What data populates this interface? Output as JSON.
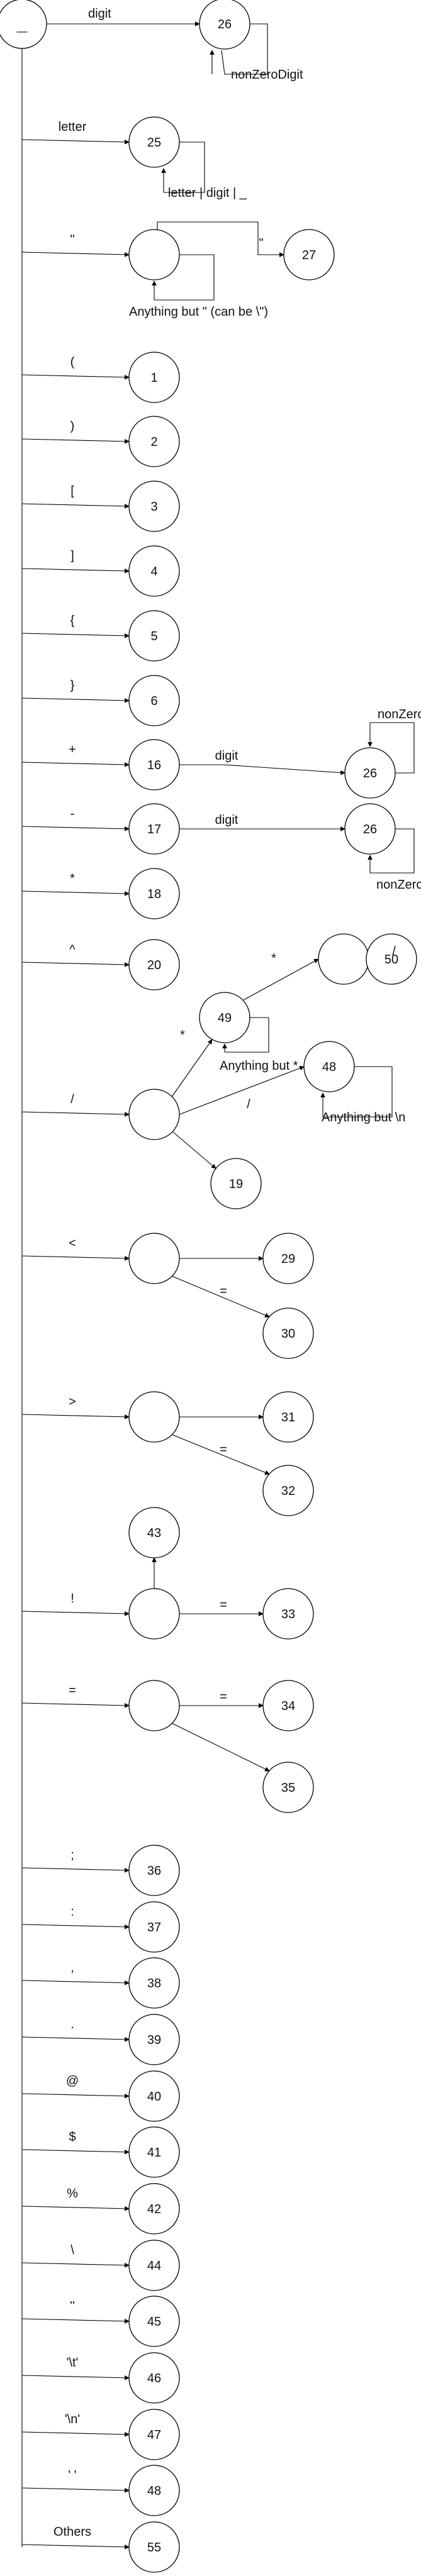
{
  "start_state": {
    "label": "_"
  },
  "states": [
    {
      "id": "s26a",
      "label": "26"
    },
    {
      "id": "s25",
      "label": "25"
    },
    {
      "id": "sq",
      "label": ""
    },
    {
      "id": "s27",
      "label": "27"
    },
    {
      "id": "s1",
      "label": "1"
    },
    {
      "id": "s2",
      "label": "2"
    },
    {
      "id": "s3",
      "label": "3"
    },
    {
      "id": "s4",
      "label": "4"
    },
    {
      "id": "s5",
      "label": "5"
    },
    {
      "id": "s6",
      "label": "6"
    },
    {
      "id": "s16",
      "label": "16"
    },
    {
      "id": "s26b",
      "label": "26"
    },
    {
      "id": "s17",
      "label": "17"
    },
    {
      "id": "s26c",
      "label": "26"
    },
    {
      "id": "s18",
      "label": "18"
    },
    {
      "id": "s20",
      "label": "20"
    },
    {
      "id": "sslash",
      "label": ""
    },
    {
      "id": "s49",
      "label": "49"
    },
    {
      "id": "sstar",
      "label": ""
    },
    {
      "id": "s50",
      "label": "50"
    },
    {
      "id": "s48a",
      "label": "48"
    },
    {
      "id": "s19",
      "label": "19"
    },
    {
      "id": "slt",
      "label": ""
    },
    {
      "id": "s29",
      "label": "29"
    },
    {
      "id": "s30",
      "label": "30"
    },
    {
      "id": "sgt",
      "label": ""
    },
    {
      "id": "s31",
      "label": "31"
    },
    {
      "id": "s32",
      "label": "32"
    },
    {
      "id": "s43",
      "label": "43"
    },
    {
      "id": "sbang",
      "label": ""
    },
    {
      "id": "s33",
      "label": "33"
    },
    {
      "id": "seq",
      "label": ""
    },
    {
      "id": "s34",
      "label": "34"
    },
    {
      "id": "s35",
      "label": "35"
    },
    {
      "id": "s36",
      "label": "36"
    },
    {
      "id": "s37",
      "label": "37"
    },
    {
      "id": "s38",
      "label": "38"
    },
    {
      "id": "s39",
      "label": "39"
    },
    {
      "id": "s40",
      "label": "40"
    },
    {
      "id": "s41",
      "label": "41"
    },
    {
      "id": "s42",
      "label": "42"
    },
    {
      "id": "s44",
      "label": "44"
    },
    {
      "id": "s45",
      "label": "45"
    },
    {
      "id": "s46",
      "label": "46"
    },
    {
      "id": "s47",
      "label": "47"
    },
    {
      "id": "s48b",
      "label": "48"
    },
    {
      "id": "s55",
      "label": "55"
    }
  ],
  "transitions": [
    {
      "id": "e-digit",
      "label": "digit"
    },
    {
      "id": "e-letter",
      "label": "letter"
    },
    {
      "id": "e-quote",
      "label": "\""
    },
    {
      "id": "e-lparen",
      "label": "("
    },
    {
      "id": "e-rparen",
      "label": ")"
    },
    {
      "id": "e-lbrack",
      "label": "["
    },
    {
      "id": "e-rbrack",
      "label": "]"
    },
    {
      "id": "e-lbrace",
      "label": "{"
    },
    {
      "id": "e-rbrace",
      "label": "}"
    },
    {
      "id": "e-plus",
      "label": "+"
    },
    {
      "id": "e-minus",
      "label": "-"
    },
    {
      "id": "e-star",
      "label": "*"
    },
    {
      "id": "e-caret",
      "label": "^"
    },
    {
      "id": "e-slash",
      "label": "/"
    },
    {
      "id": "e-lt",
      "label": "<"
    },
    {
      "id": "e-gt",
      "label": ">"
    },
    {
      "id": "e-bang",
      "label": "!"
    },
    {
      "id": "e-eq",
      "label": "="
    },
    {
      "id": "e-semicolon",
      "label": ";"
    },
    {
      "id": "e-colon",
      "label": ":"
    },
    {
      "id": "e-comma",
      "label": ","
    },
    {
      "id": "e-dot",
      "label": "."
    },
    {
      "id": "e-at",
      "label": "@"
    },
    {
      "id": "e-dollar",
      "label": "$"
    },
    {
      "id": "e-percent",
      "label": "%"
    },
    {
      "id": "e-backslash",
      "label": "\\"
    },
    {
      "id": "e-apos",
      "label": "''"
    },
    {
      "id": "e-tab",
      "label": "'\\t'"
    },
    {
      "id": "e-newline",
      "label": "'\\n'"
    },
    {
      "id": "e-space",
      "label": "' '"
    },
    {
      "id": "e-others",
      "label": "Others"
    },
    {
      "id": "l-nonzero-1",
      "label": "nonZeroDigit"
    },
    {
      "id": "l-letterdigit",
      "label": "letter | digit | _"
    },
    {
      "id": "l-quote-close",
      "label": "\""
    },
    {
      "id": "l-anything-quote",
      "label": "Anything but \" (can be \\\")"
    },
    {
      "id": "l-plus-digit",
      "label": "digit"
    },
    {
      "id": "l-nonzero-2",
      "label": "nonZeroDigit"
    },
    {
      "id": "l-minus-digit",
      "label": "digit"
    },
    {
      "id": "l-nonzero-3",
      "label": "nonZeroDigit"
    },
    {
      "id": "l-slash-star",
      "label": "*"
    },
    {
      "id": "l-49-star",
      "label": "*"
    },
    {
      "id": "l-star-slash",
      "label": "/"
    },
    {
      "id": "l-anything-star",
      "label": "Anything but *"
    },
    {
      "id": "l-slash-slash",
      "label": "/"
    },
    {
      "id": "l-anything-nl",
      "label": "Anything but \\n"
    },
    {
      "id": "l-lt-eq",
      "label": "="
    },
    {
      "id": "l-gt-eq",
      "label": "="
    },
    {
      "id": "l-bang-eq",
      "label": "="
    },
    {
      "id": "l-eq-eq",
      "label": "="
    }
  ]
}
